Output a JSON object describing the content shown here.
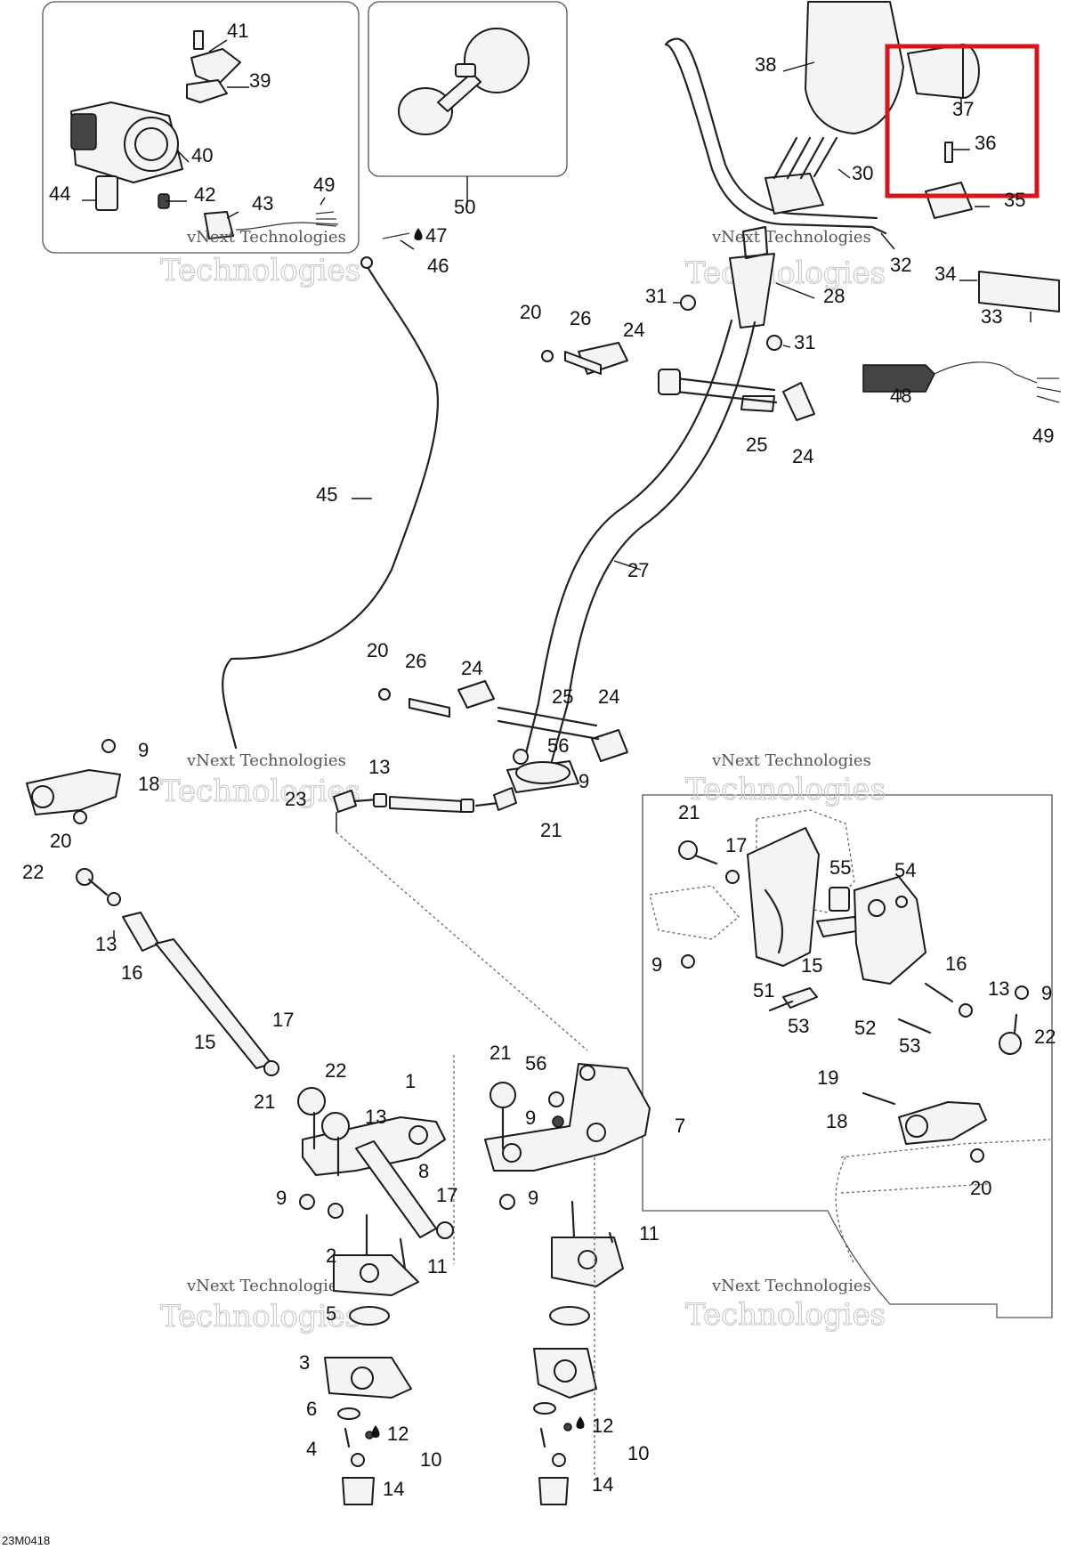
{
  "diagram_code": "23M0418",
  "watermark": {
    "line1": "vNext Technologies",
    "line2": "Technologies"
  },
  "callouts": [
    "1",
    "2",
    "3",
    "4",
    "5",
    "6",
    "7",
    "8",
    "9",
    "10",
    "11",
    "12",
    "13",
    "14",
    "15",
    "16",
    "17",
    "18",
    "19",
    "20",
    "21",
    "22",
    "23",
    "24",
    "25",
    "26",
    "27",
    "28",
    "30",
    "31",
    "32",
    "33",
    "34",
    "35",
    "36",
    "37",
    "38",
    "39",
    "40",
    "41",
    "42",
    "43",
    "44",
    "45",
    "46",
    "47",
    "48",
    "49",
    "50",
    "51",
    "52",
    "53",
    "54",
    "55",
    "56"
  ],
  "highlight": {
    "color": "#d8141c",
    "parts": [
      "36",
      "37"
    ]
  },
  "colors": {
    "lines": "#1a1a1a",
    "watermark": "#c8c8c8"
  }
}
